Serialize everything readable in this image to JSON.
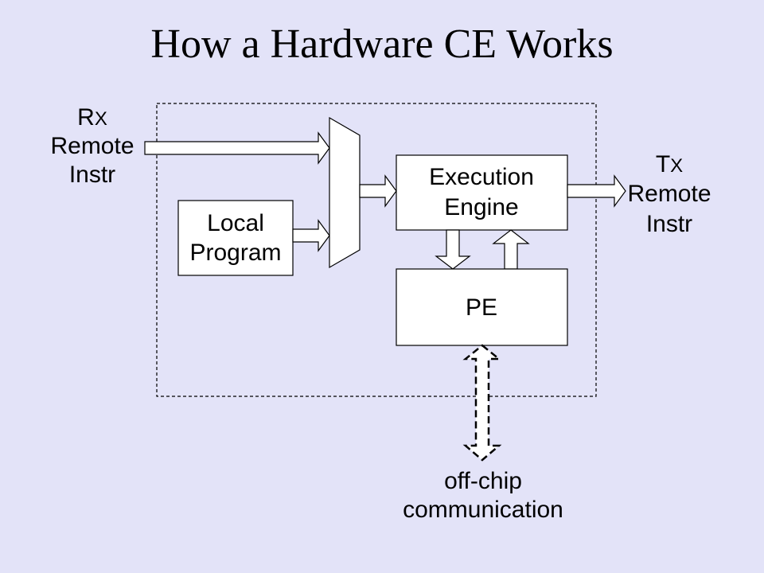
{
  "slide": {
    "title": "How a Hardware CE Works"
  },
  "diagram": {
    "rx_label": {
      "prefix": "R",
      "suffix": "X",
      "line2": "Remote",
      "line3": "Instr"
    },
    "tx_label": {
      "prefix": "T",
      "suffix": "X",
      "line2": "Remote",
      "line3": "Instr"
    },
    "local_program": {
      "line1": "Local",
      "line2": "Program"
    },
    "execution_engine": {
      "line1": "Execution",
      "line2": "Engine"
    },
    "pe": {
      "label": "PE"
    },
    "offchip": {
      "line1": "off-chip",
      "line2": "communication"
    }
  }
}
